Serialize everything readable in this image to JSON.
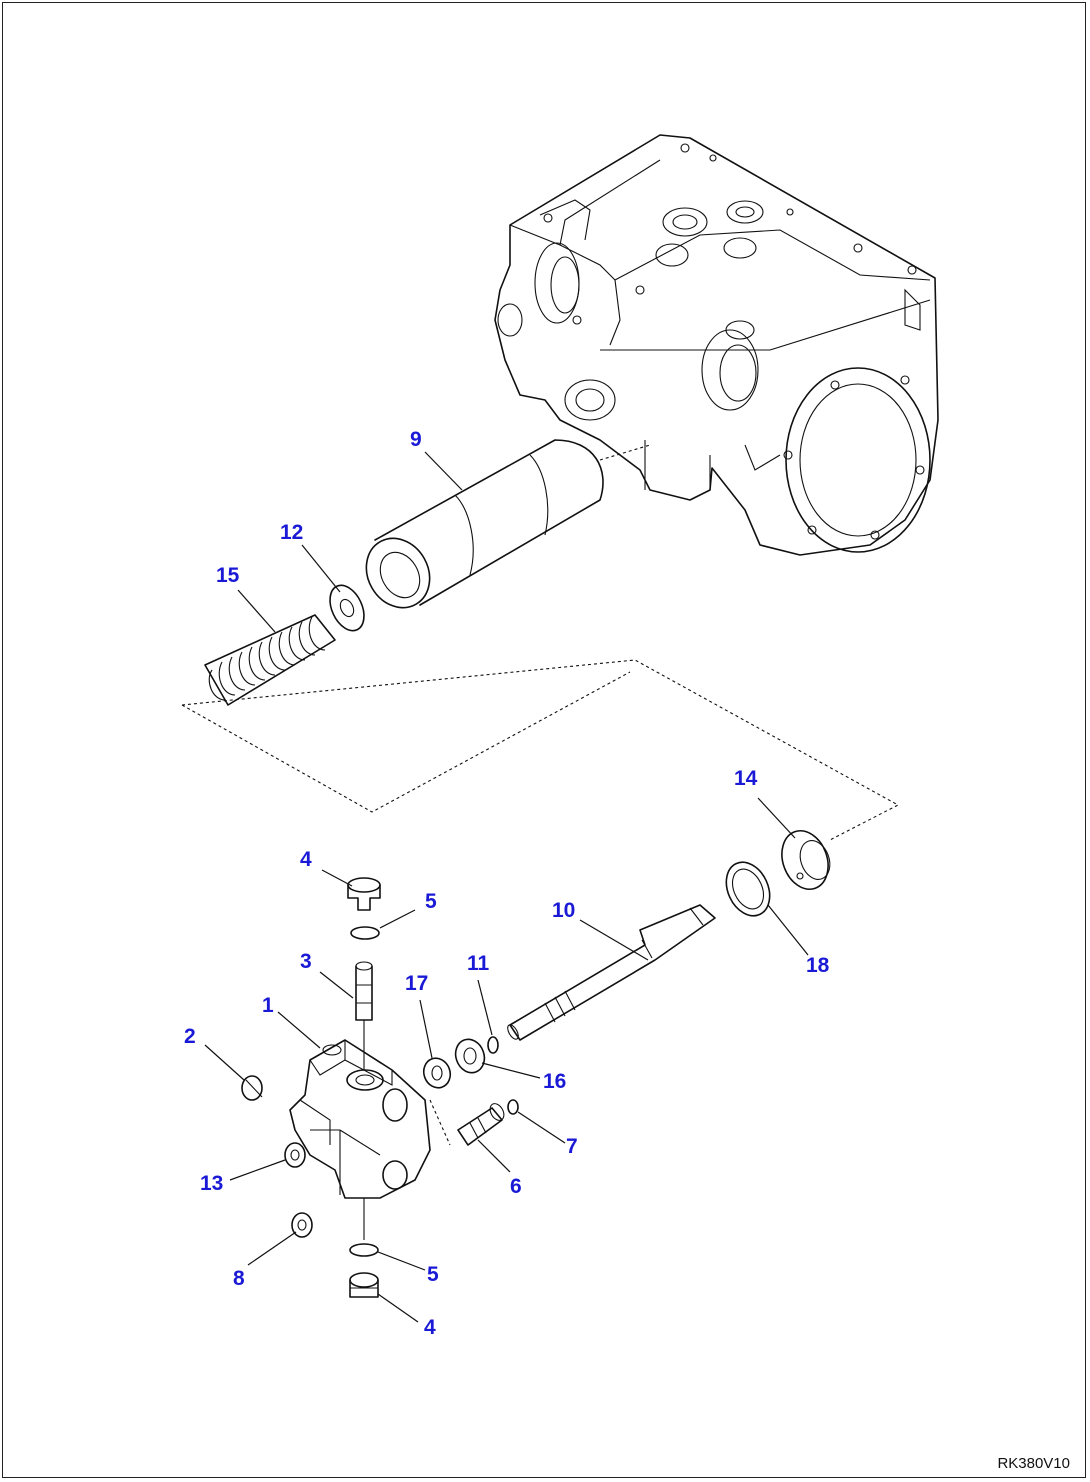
{
  "drawing_code": "RK380V10",
  "callouts": [
    {
      "id": "c1",
      "text": "1"
    },
    {
      "id": "c2",
      "text": "2"
    },
    {
      "id": "c3",
      "text": "3"
    },
    {
      "id": "c4a",
      "text": "4"
    },
    {
      "id": "c4b",
      "text": "4"
    },
    {
      "id": "c5a",
      "text": "5"
    },
    {
      "id": "c5b",
      "text": "5"
    },
    {
      "id": "c6",
      "text": "6"
    },
    {
      "id": "c7",
      "text": "7"
    },
    {
      "id": "c8",
      "text": "8"
    },
    {
      "id": "c9",
      "text": "9"
    },
    {
      "id": "c10",
      "text": "10"
    },
    {
      "id": "c11",
      "text": "11"
    },
    {
      "id": "c12",
      "text": "12"
    },
    {
      "id": "c13",
      "text": "13"
    },
    {
      "id": "c14",
      "text": "14"
    },
    {
      "id": "c15",
      "text": "15"
    },
    {
      "id": "c16",
      "text": "16"
    },
    {
      "id": "c17",
      "text": "17"
    },
    {
      "id": "c18",
      "text": "18"
    }
  ]
}
